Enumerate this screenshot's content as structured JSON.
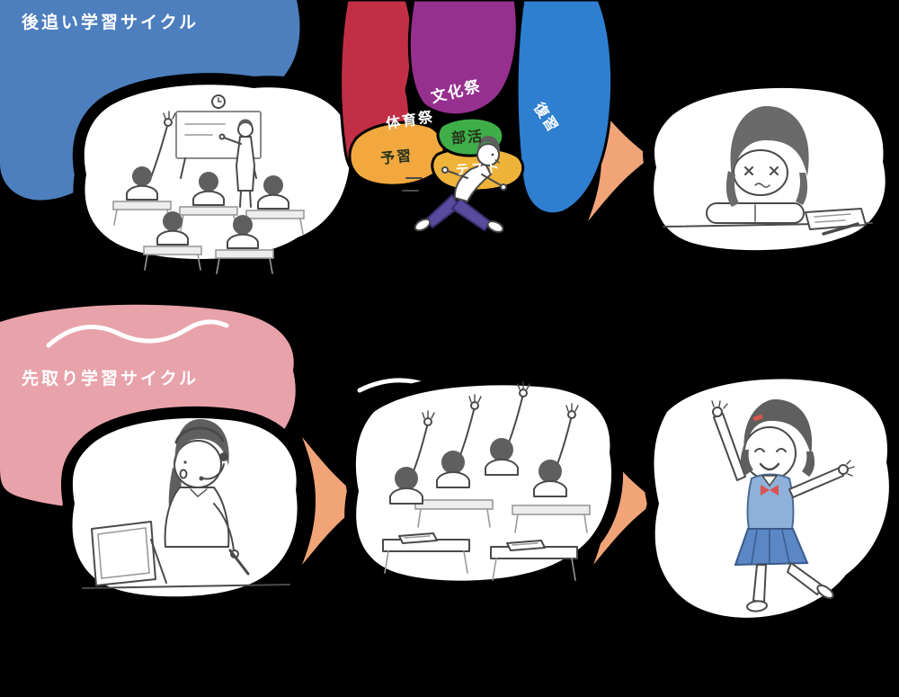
{
  "page": {
    "background": "#000000"
  },
  "top_cycle": {
    "label": "後追い学習サイクル",
    "label_bg": "#4d7fbe",
    "label_text_color": "#ffffff",
    "tags": [
      {
        "label": "文化祭",
        "color": "#96308f",
        "text_color": "#ffffff"
      },
      {
        "label": "体育祭",
        "color": "#c22f45",
        "text_color": "#ffffff"
      },
      {
        "label": "部活",
        "color": "#3fae49",
        "text_color": "#25331b"
      },
      {
        "label": "復習",
        "color": "#2e7fd0",
        "text_color": "#ffffff"
      },
      {
        "label": "予習",
        "color": "#f2a83e",
        "text_color": "#25331b"
      },
      {
        "label": "テスト",
        "color": "#f0b33a",
        "text_color": "#ffffff"
      }
    ],
    "illustrations": [
      {
        "name": "classroom-lecture"
      },
      {
        "name": "busy-running-student"
      },
      {
        "name": "tired-girl-at-desk"
      }
    ]
  },
  "bottom_cycle": {
    "label": "先取り学習サイクル",
    "label_bg": "#e8a2aa",
    "label_text_color": "#ffffff",
    "illustrations": [
      {
        "name": "online-learning-girl"
      },
      {
        "name": "classroom-hands-up"
      },
      {
        "name": "happy-jumping-girl"
      }
    ]
  },
  "colors": {
    "background": "#000000",
    "arrow": "#f0a478",
    "line_art": "#4a4a4a",
    "hair": "#5f5f5f",
    "uniform_blue": "#8fb0d8",
    "skirt_blue": "#5b87c5",
    "bow_red": "#d9534f",
    "pants_purple": "#584a9e"
  }
}
